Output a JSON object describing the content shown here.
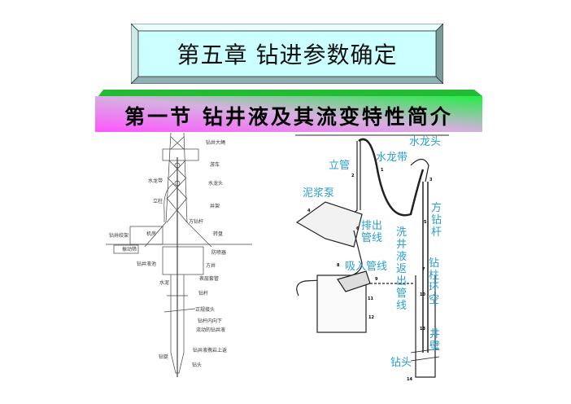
{
  "chapter_title": "第五章   钻进参数确定",
  "section_title": "第一节 钻井液及其流变特性简介",
  "left_diagram": {
    "labels": [
      "钻井大绳",
      "游车",
      "水龙带",
      "水龙头",
      "立柱",
      "井架",
      "方钻杆",
      "机房",
      "钻井绞架",
      "转盘",
      "振动筛",
      "防喷器",
      "钻井液池",
      "方井",
      "表层套管",
      "水泥",
      "钻杆",
      "正规接头",
      "钻杆内向下",
      "流动的钻井液",
      "钻井液携岩上返",
      "钻铤",
      "钻头"
    ]
  },
  "right_diagram": {
    "labels": {
      "swivel": "水龙头",
      "standpipe": "立管",
      "hose": "水龙带",
      "mud_pump": "泥浆泵",
      "discharge_line": "排出管线",
      "kelly": "方钻杆",
      "return_line": "洗井液返出管线",
      "annulus": "钻柱环空",
      "suction_line": "吸入管线",
      "borehole_wall": "井壁",
      "bit": "钻头"
    },
    "numbers": [
      "1",
      "2",
      "3",
      "4",
      "5",
      "6",
      "7",
      "8",
      "9",
      "10",
      "11",
      "12",
      "13",
      "14"
    ]
  },
  "colors": {
    "chapter_box": "#ccffff",
    "banner_left": "#ff66ff",
    "banner_right": "#33ee55",
    "label_blue": "#2a9fd0"
  }
}
